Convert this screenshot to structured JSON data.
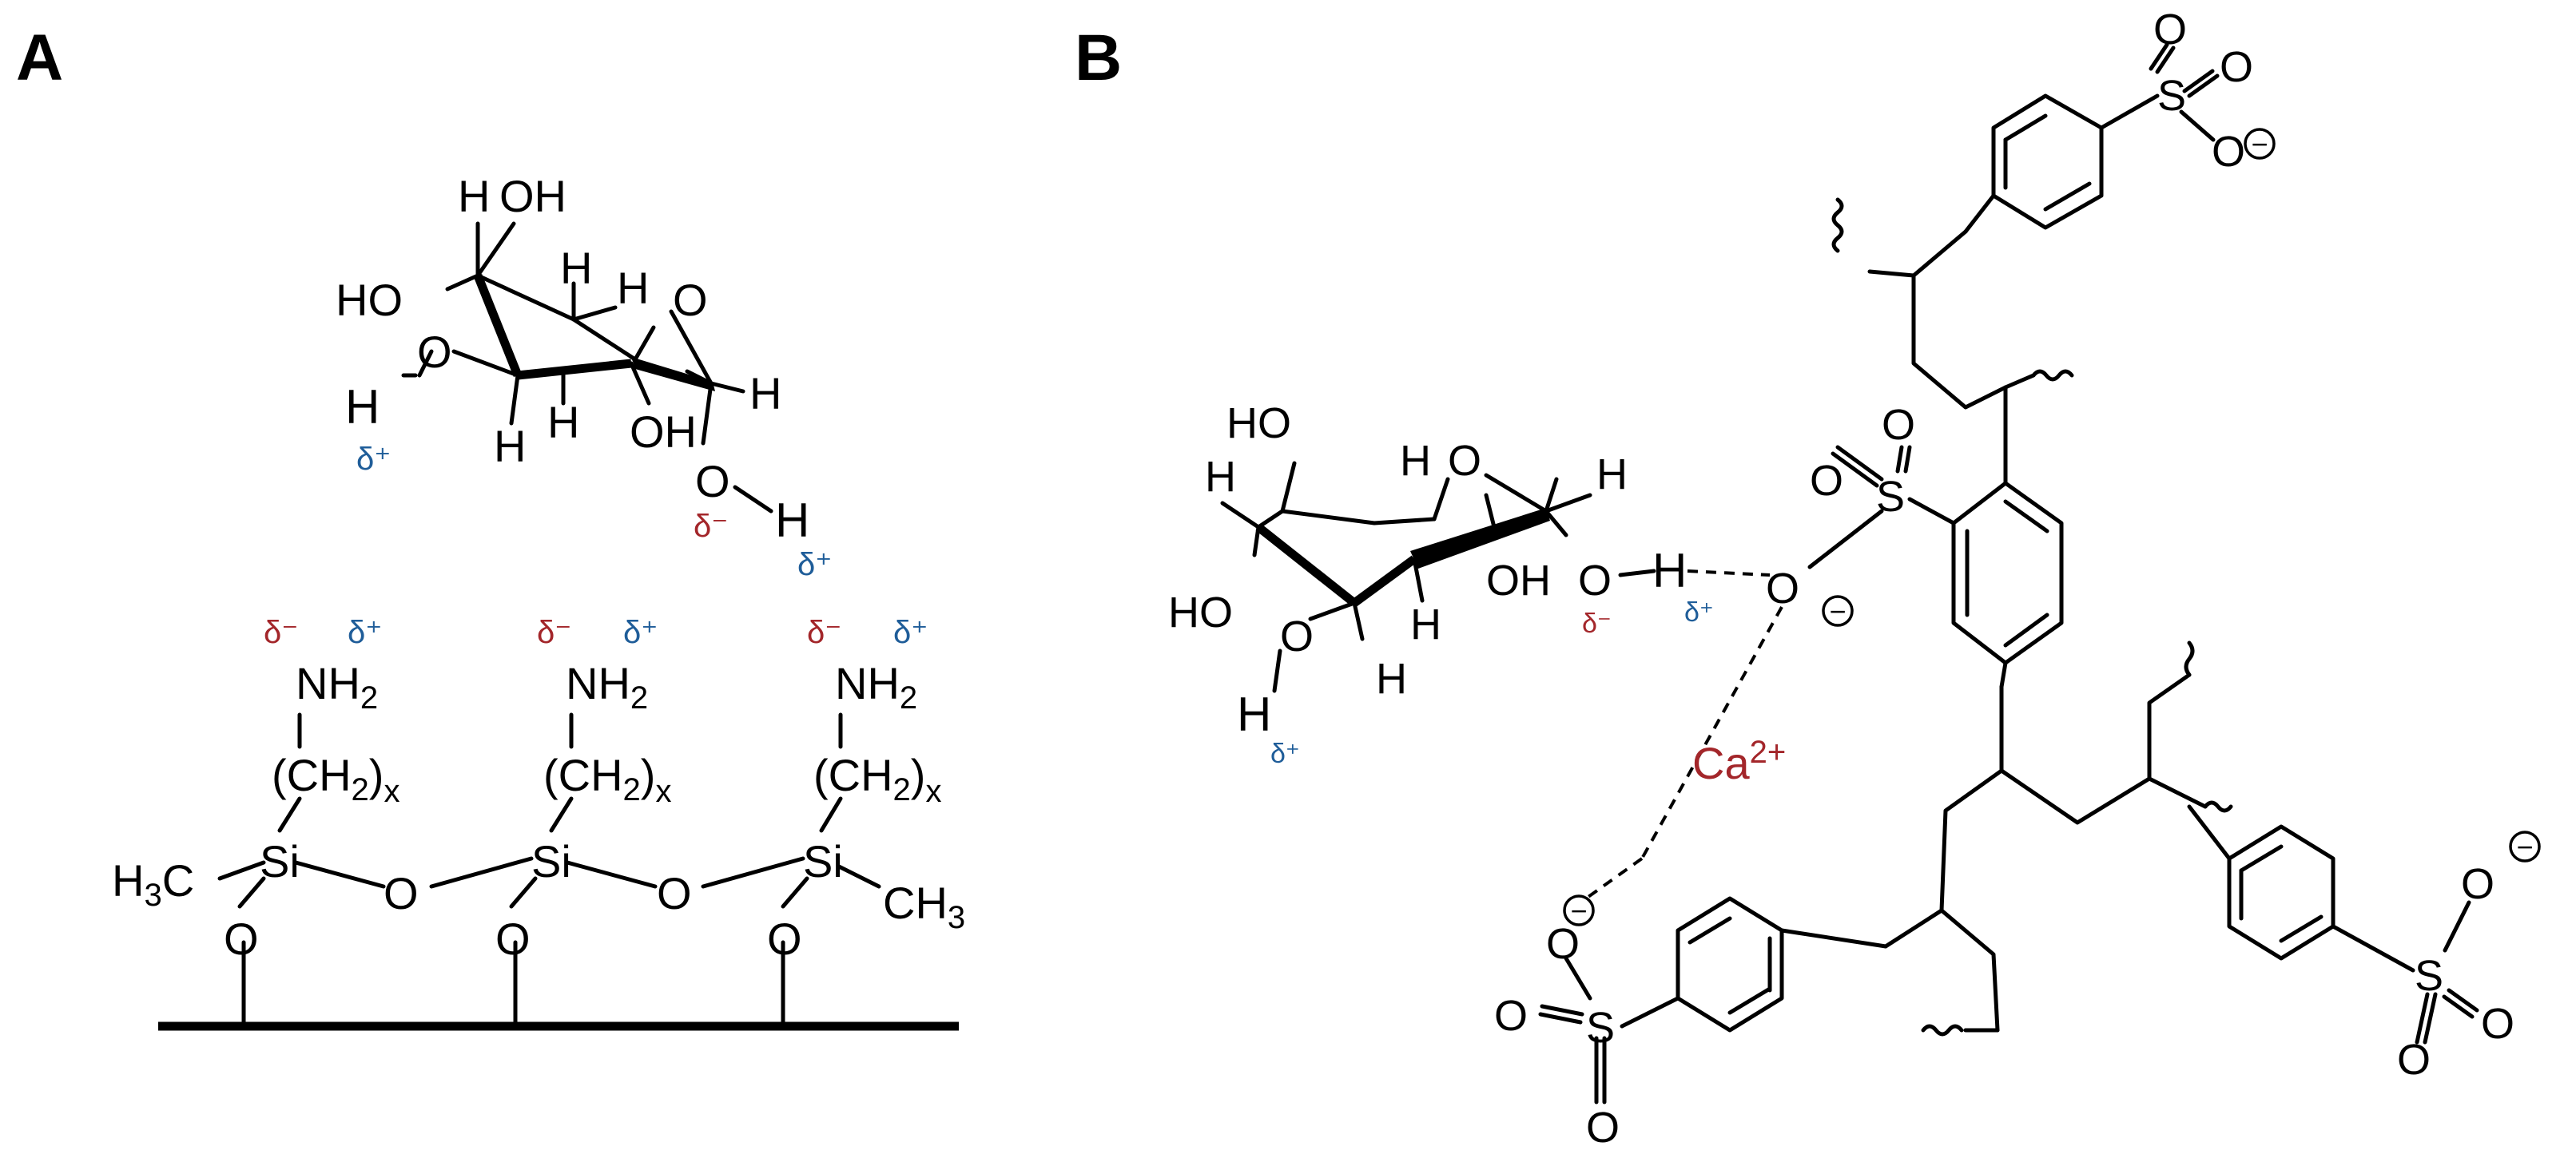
{
  "panels": {
    "a": "A",
    "b": "B"
  },
  "glucose": {
    "h": "H",
    "oh": "OH",
    "ho": "HO",
    "o": "O"
  },
  "charges": {
    "delta_minus": "δ⁻",
    "delta_plus": "δ⁺",
    "minus": "−"
  },
  "panel_a": {
    "amine_nh": "NH",
    "amine_sub": "2",
    "chain_open": "(CH",
    "chain_sub": "2",
    "chain_close": ")",
    "chain_x": "x",
    "si": "Si",
    "o": "O",
    "h3c_h": "H",
    "h3c_sub": "3",
    "h3c_c": "C",
    "ch3_ch": "CH",
    "ch3_sub": "3"
  },
  "panel_b": {
    "s": "S",
    "o": "O",
    "ca": "Ca",
    "ca_charge": "2+"
  },
  "colors": {
    "delta_minus": "#a3262a",
    "delta_plus": "#1f5d99",
    "calcium": "#a3262a",
    "bonds": "#000000"
  }
}
